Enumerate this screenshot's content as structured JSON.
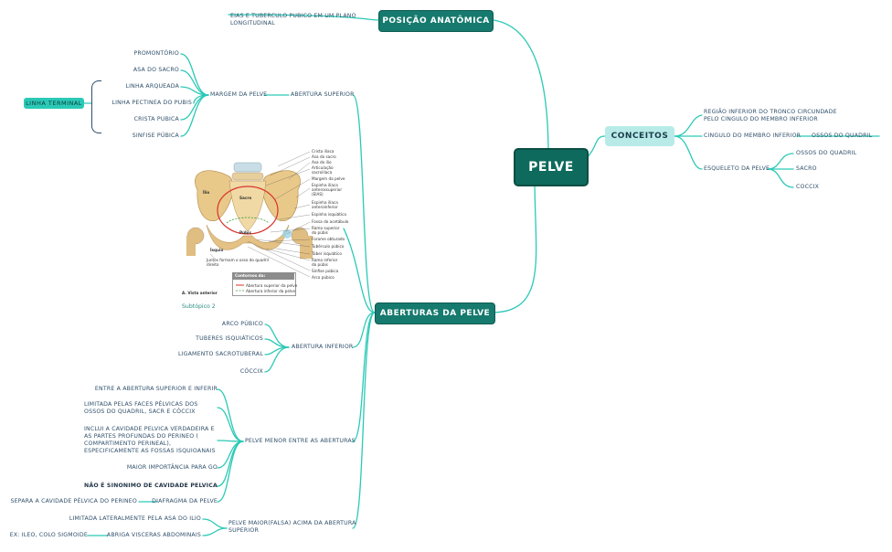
{
  "colors": {
    "branch": "#2bc9b6",
    "center": "#0e6a5c",
    "teal_node": "#167a6e",
    "light_node": "#b8ebe8",
    "text": "#2f4f6a"
  },
  "center": {
    "label": "PELVE"
  },
  "posicao": {
    "label": "POSIÇÃO ANATÔMICA",
    "desc": "EIAS E TUBERCULO PUBICO EM UM PLANO LONGITUDINAL"
  },
  "conceitos": {
    "label": "CONCEITOS",
    "regiao": "REGIÃO INFERIOR DO TRONCO CIRCUNDADE PELO CINGULO DO MEMBRO INFERIOR",
    "cingulo": "CINGULO DO MEMBRO INFERIOR",
    "ossos_quadril": "OSSOS DO QUADRIL",
    "esqueleto": "ESQUELETO DA PELVE",
    "esq_items": [
      "OSSOS DO QUADRIL",
      "SACRO",
      "COCCIX"
    ]
  },
  "aberturas": {
    "label": "ABERTURAS DA PELVE",
    "superior": {
      "label": "ABERTURA SUPERIOR",
      "margem": "MARGEM DA PELVE",
      "items": [
        "PROMONTÓRIO",
        "ASA DO SACRO",
        "LINHA ARQUEADA",
        "LINHA PECTINEA DO PUBIS",
        "CRISTA PUBICA",
        "SINFISE PÚBICA"
      ],
      "linha_terminal": "LINHA TERMINAL"
    },
    "subtopic": "Subtópico 2",
    "figure": {
      "right_labels": [
        "Crista ilíaca",
        "Asa do sacro",
        "Asa do ílio",
        "Articulação sacroilíaca",
        "Margem da pelve",
        "Espinha ilíaca anterossuperior (EIAS)",
        "Espinha ilíaca anteroinferior",
        "Espinha isquiática",
        "Fossa do acetábulo",
        "Ramo superior do púbis",
        "Forame obturado",
        "Tubérculo púbico",
        "Túber isquiático",
        "Ramo inferior do púbis",
        "Sínfise púbica",
        "Arco púbico"
      ],
      "ilio": "Ílio",
      "sacro": "Sacro",
      "pubis": "Púbis",
      "isquio": "Ísquio",
      "juntos": "Juntos formam o osso do quadril direito",
      "vista": "A. Vista anterior",
      "contornos": "Contornos da:",
      "legend_superior": "Abertura superior da pelve",
      "legend_inferior": "Abertura inferior da pelve"
    },
    "inferior": {
      "label": "ABERTURA INFERIOR",
      "items": [
        "ARCO PÚBICO",
        "TUBERES ISQUIÁTICOS",
        "LIGAMENTO SACROTUBERAL",
        "CÓCCIX"
      ]
    },
    "menor": {
      "label": "PELVE MENOR ENTRE AS ABERTURAS",
      "items": [
        "ENTRE A ABERTURA SUPERIOR E INFERIR",
        "LIMITADA PELAS FACES PÉLVICAS DOS OSSOS DO QUADRIL, SACR E CÓCCIX",
        "INCLUI A CAVIDADE PELVICA VERDADEIRA E AS PARTES PROFUNDAS DO PERINEO ( COMPARTIMENTO PERINEAL), ESPECIFICAMENTE AS FOSSAS ISQUIOANAIS",
        "MAIOR IMPORTÂNCIA PARA GO",
        "NÃO É SINONIMO DE CAVIDADE PELVICA"
      ],
      "diafragma": "DIAFRAGMA DA PELVE",
      "diafragma_desc": "SEPARA A CAVIDADE PÉLVICA DO PERINEO"
    },
    "maior": {
      "label": "PELVE MAIOR(FALSA) ACIMA DA ABERTURA SUPERIOR",
      "limitada": "LIMITADA LATERALMENTE PELA ASA DO ILIO",
      "abriga": "ABRIGA VISCERAS ABDOMINAIS",
      "ex": "EX: ILEO, COLO SIGMOIDE"
    }
  }
}
